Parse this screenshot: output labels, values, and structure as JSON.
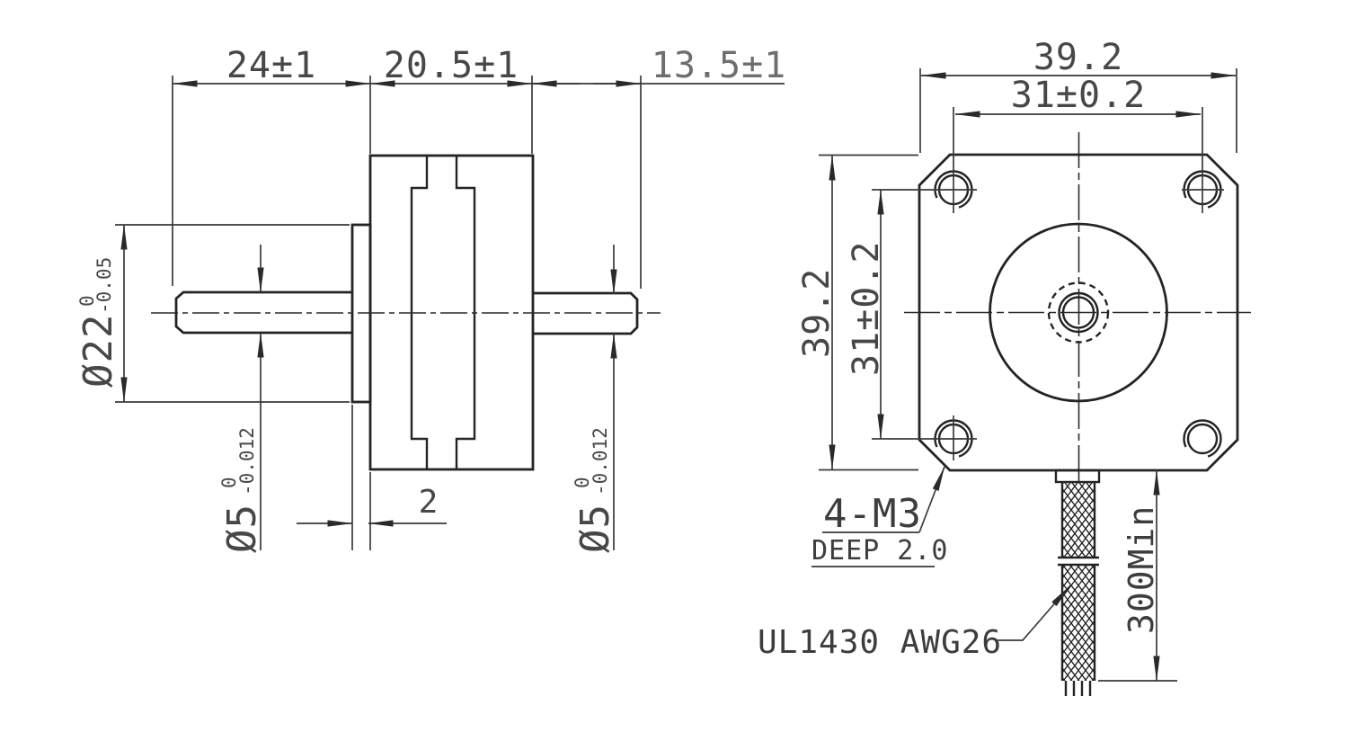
{
  "drawing": {
    "side_view": {
      "front_shaft_length": "24±1",
      "body_length": "20.5±1",
      "rear_shaft_length": "13.5±1",
      "pilot_diameter": "Ø22",
      "pilot_tol_upper": "0",
      "pilot_tol_lower": "-0.05",
      "front_shaft_diameter": "Ø5",
      "front_shaft_tol_upper": "0",
      "front_shaft_tol_lower": "-0.012",
      "rear_shaft_diameter": "Ø5",
      "rear_shaft_tol_upper": "0",
      "rear_shaft_tol_lower": "-0.012",
      "pilot_thickness": "2"
    },
    "front_view": {
      "overall_width": "39.2",
      "overall_height": "39.2",
      "hole_spacing_horizontal": "31±0.2",
      "hole_spacing_vertical": "31±0.2",
      "mounting_holes_note_line1": "4-M3",
      "mounting_holes_note_line2": "DEEP 2.0",
      "cable_spec_label": "UL1430 AWG26",
      "cable_min_length": "300Min"
    },
    "colors": {
      "object_line": "#242424",
      "dimension_line": "#3a3a3a",
      "text": "#474747",
      "background": "#ffffff"
    }
  }
}
